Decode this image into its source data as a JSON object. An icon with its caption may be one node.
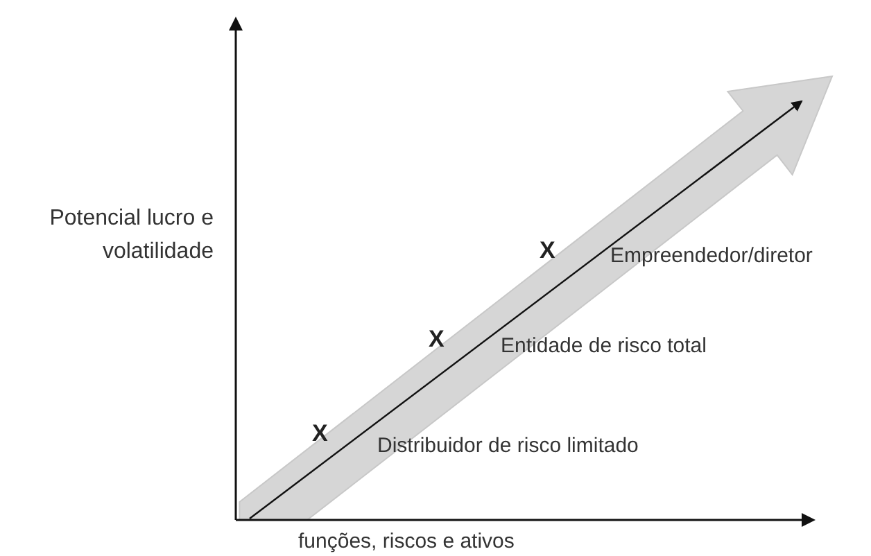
{
  "diagram": {
    "labels": [
      "Potencial lucro e volatilidade",
      "X",
      "Empreendedor/diretor",
      "X",
      "Entidade de risco total",
      "X",
      "Distribuidor de risco limitado",
      "funções, riscos e ativos"
    ]
  }
}
